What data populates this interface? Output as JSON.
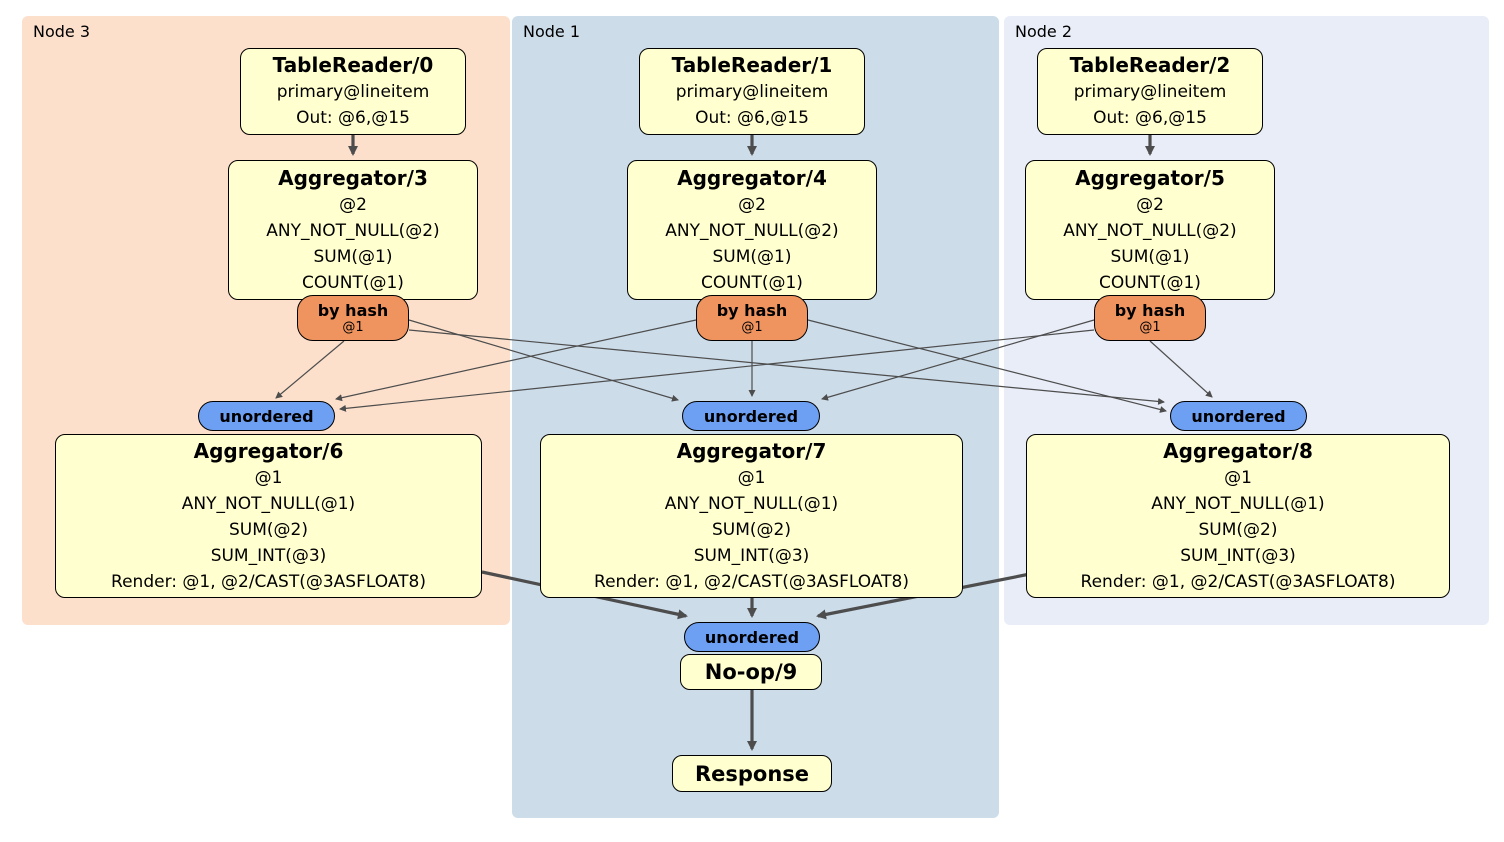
{
  "colors": {
    "node3_bg": "#fce0cc",
    "node1_bg": "#ccdce9",
    "node2_bg": "#e9edf8",
    "processor_fill": "#ffffcf",
    "hash_router_fill": "#f0945f",
    "unordered_stream_fill": "#6d9ff2",
    "edge_color": "#4d4d4d"
  },
  "nodes": [
    {
      "label": "Node 3",
      "table_reader": {
        "title": "TableReader/0",
        "index": "primary@lineitem",
        "out": "Out: @6,@15"
      },
      "aggregator_stage1": {
        "title": "Aggregator/3",
        "group_cols": "@2",
        "aggs": [
          "ANY_NOT_NULL(@2)",
          "SUM(@1)",
          "COUNT(@1)"
        ]
      },
      "hash_router": {
        "label": "by hash",
        "cols": "@1"
      },
      "stream": {
        "label": "unordered"
      },
      "aggregator_stage2": {
        "title": "Aggregator/6",
        "group_cols": "@1",
        "aggs": [
          "ANY_NOT_NULL(@1)",
          "SUM(@2)",
          "SUM_INT(@3)"
        ],
        "render": "Render: @1, @2/CAST(@3ASFLOAT8)"
      }
    },
    {
      "label": "Node 1",
      "table_reader": {
        "title": "TableReader/1",
        "index": "primary@lineitem",
        "out": "Out: @6,@15"
      },
      "aggregator_stage1": {
        "title": "Aggregator/4",
        "group_cols": "@2",
        "aggs": [
          "ANY_NOT_NULL(@2)",
          "SUM(@1)",
          "COUNT(@1)"
        ]
      },
      "hash_router": {
        "label": "by hash",
        "cols": "@1"
      },
      "stream": {
        "label": "unordered"
      },
      "aggregator_stage2": {
        "title": "Aggregator/7",
        "group_cols": "@1",
        "aggs": [
          "ANY_NOT_NULL(@1)",
          "SUM(@2)",
          "SUM_INT(@3)"
        ],
        "render": "Render: @1, @2/CAST(@3ASFLOAT8)"
      },
      "merge_stream": {
        "label": "unordered"
      },
      "noop": {
        "title": "No-op/9"
      },
      "response": {
        "title": "Response"
      }
    },
    {
      "label": "Node 2",
      "table_reader": {
        "title": "TableReader/2",
        "index": "primary@lineitem",
        "out": "Out: @6,@15"
      },
      "aggregator_stage1": {
        "title": "Aggregator/5",
        "group_cols": "@2",
        "aggs": [
          "ANY_NOT_NULL(@2)",
          "SUM(@1)",
          "COUNT(@1)"
        ]
      },
      "hash_router": {
        "label": "by hash",
        "cols": "@1"
      },
      "stream": {
        "label": "unordered"
      },
      "aggregator_stage2": {
        "title": "Aggregator/8",
        "group_cols": "@1",
        "aggs": [
          "ANY_NOT_NULL(@1)",
          "SUM(@2)",
          "SUM_INT(@3)"
        ],
        "render": "Render: @1, @2/CAST(@3ASFLOAT8)"
      }
    }
  ]
}
